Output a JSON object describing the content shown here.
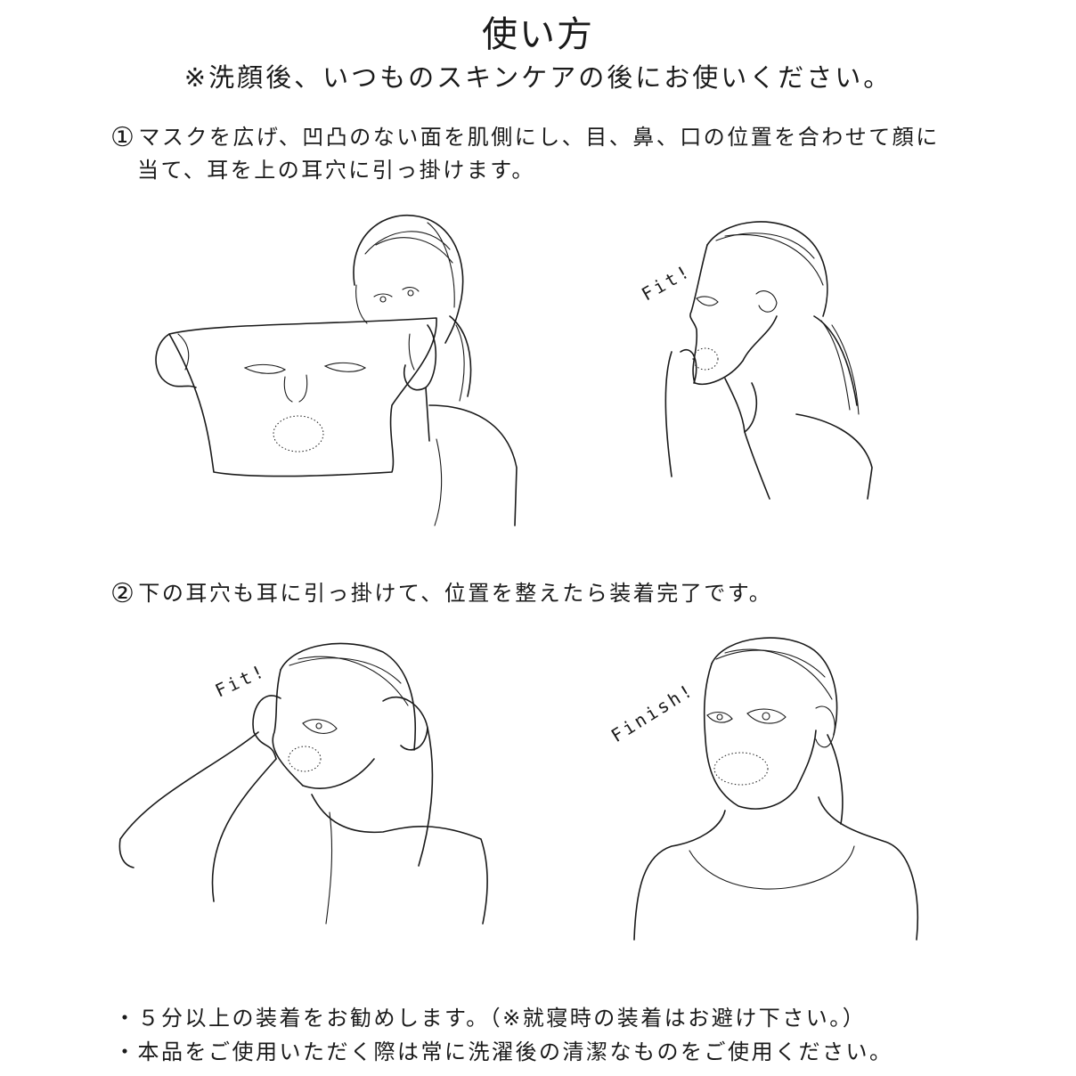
{
  "title": "使い方",
  "subtitle": "※洗顔後、いつものスキンケアの後にお使いください。",
  "steps": [
    {
      "number": "①",
      "line1": "マスクを広げ、凹凸のない面を肌側にし、目、鼻、口の位置を合わせて顔に",
      "line2": "当て、耳を上の耳穴に引っ掛けます。"
    },
    {
      "number": "②",
      "line1": "下の耳穴も耳に引っ掛けて、位置を整えたら装着完了です。"
    }
  ],
  "labels": {
    "fit_1": "Fit!",
    "fit_2": "Fit!",
    "finish": "Finish!"
  },
  "notes": [
    "・５分以上の装着をお勧めします。（※就寝時の装着はお避け下さい。）",
    "・本品をご使用いただく際は常に洗濯後の清潔なものをご使用ください。"
  ]
}
